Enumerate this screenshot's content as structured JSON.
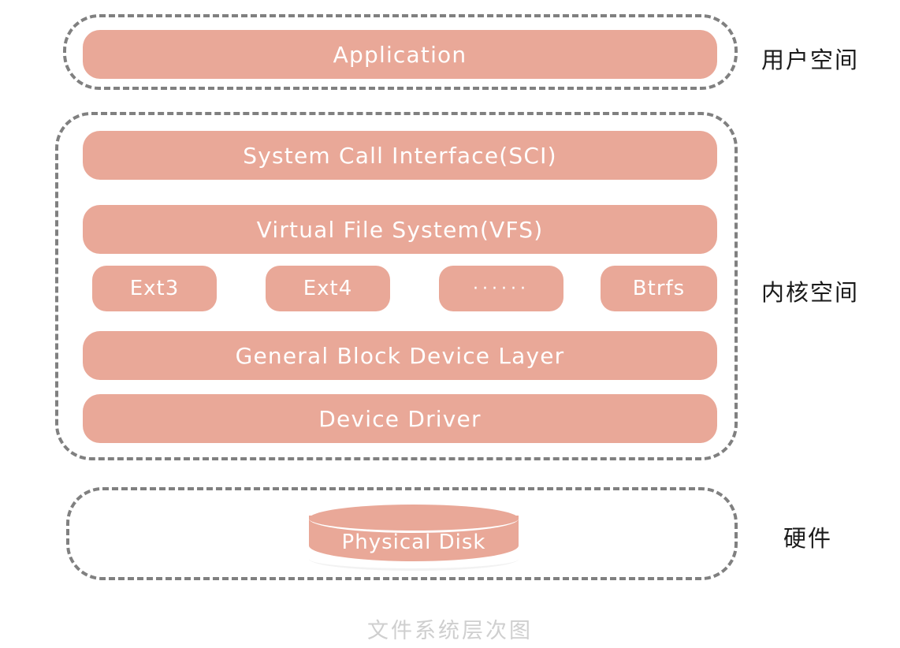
{
  "diagram": {
    "caption": "文件系统层次图",
    "colors": {
      "block_fill": "#E9A898",
      "block_text": "#FFFFFF",
      "region_border": "#808080",
      "zone_label": "#1B1B1B",
      "caption": "#CFCFCF",
      "background": "#FFFFFF"
    },
    "zones": [
      {
        "id": "user-space",
        "label": "用户空间"
      },
      {
        "id": "kernel-space",
        "label": "内核空间"
      },
      {
        "id": "hardware",
        "label": "硬件"
      }
    ],
    "layers": {
      "application": "Application",
      "system_call_interface": "System Call Interface(SCI)",
      "virtual_file_system": "Virtual File System(VFS)",
      "general_block_device_layer": "General Block Device Layer",
      "device_driver": "Device Driver",
      "physical_disk": "Physical Disk"
    },
    "filesystems": [
      {
        "id": "ext3",
        "label": "Ext3"
      },
      {
        "id": "ext4",
        "label": "Ext4"
      },
      {
        "id": "more",
        "label": "······"
      },
      {
        "id": "btrfs",
        "label": "Btrfs"
      }
    ]
  }
}
